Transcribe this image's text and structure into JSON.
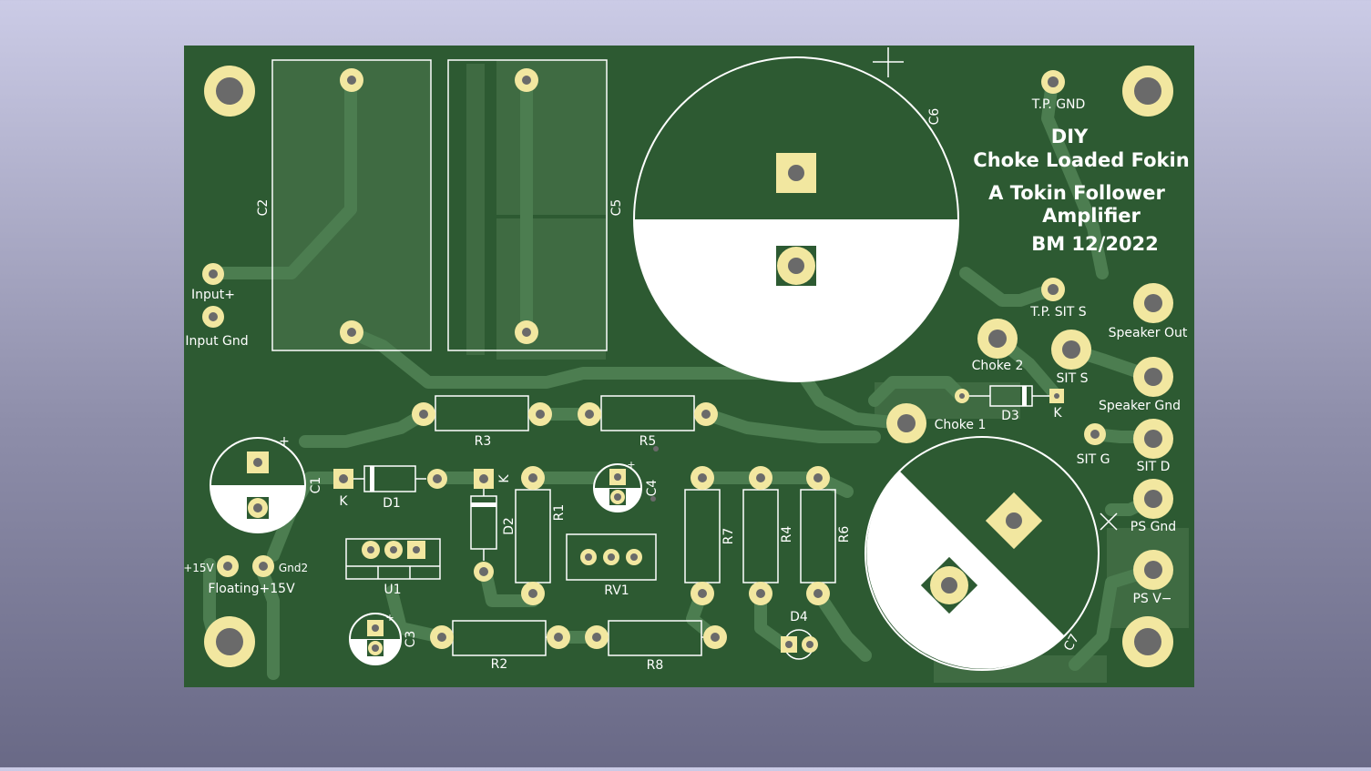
{
  "board": {
    "title_lines": [
      "DIY",
      "Choke Loaded Fokin",
      "A Tokin Follower",
      "Amplifier",
      "BM 12/2022"
    ],
    "colors": {
      "substrate": "#2d5a32",
      "copper_fill": "#3f6b42",
      "trace": "#4a7a4e",
      "silkscreen": "#ffffff",
      "pad": "#f2e7a0",
      "drill": "#6a6a6a"
    }
  },
  "labels": {
    "c2": "C2",
    "c5": "C5",
    "c6": "C6",
    "c7": "C7",
    "c1": "C1",
    "c3": "C3",
    "c4": "C4",
    "r1": "R1",
    "r2": "R2",
    "r3": "R3",
    "r4": "R4",
    "r5": "R5",
    "r6": "R6",
    "r7": "R7",
    "r8": "R8",
    "d1": "D1",
    "d2": "D2",
    "d3": "D3",
    "d4": "D4",
    "u1": "U1",
    "rv1": "RV1",
    "k": "K",
    "tp_gnd": "T.P. GND",
    "tp_sit_s": "T.P. SIT S",
    "input_plus": "Input+",
    "input_gnd": "Input Gnd",
    "speaker_out": "Speaker Out",
    "speaker_gnd": "Speaker Gnd",
    "choke1": "Choke 1",
    "choke2": "Choke 2",
    "sit_s": "SIT S",
    "sit_g": "SIT G",
    "sit_d": "SIT D",
    "ps_gnd": "PS Gnd",
    "ps_vminus": "PS V−",
    "plus15v": "+15V",
    "gnd2": "Gnd2",
    "floating": "Floating+15V",
    "plus": "+"
  }
}
